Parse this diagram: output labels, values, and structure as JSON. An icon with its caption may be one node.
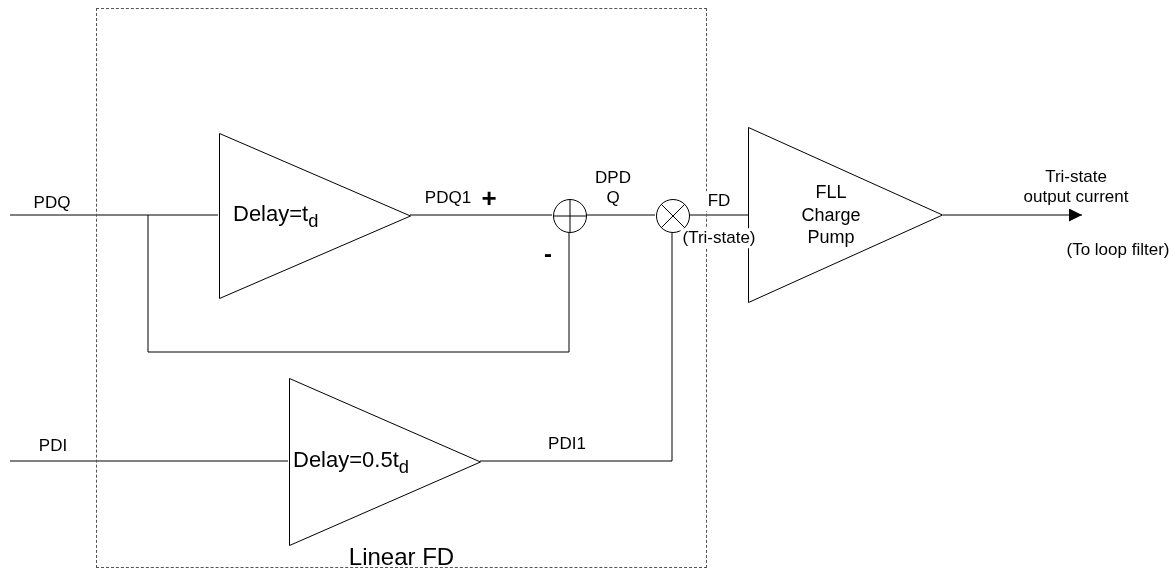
{
  "diagram": {
    "nodes": [
      {
        "text": [
          "Linear FD"
        ]
      },
      {
        "text": [
          "Delay=t$_{d}$"
        ],
        "in": 0
      },
      {
        "text": [
          "Delay=0.5t$_{d}$"
        ],
        "in": 0
      },
      {
        "text": [],
        "shape": "circle",
        "in": 0
      },
      {
        "text": [],
        "shape": "circle",
        "in": 0
      },
      {
        "text": [
          "FLL Charge Pump"
        ]
      }
    ],
    "edges": [
      {
        "from": null,
        "to": 1,
        "arrow": "none",
        "label": "PDQ"
      },
      {
        "from": null,
        "to": 3,
        "arrow": "none"
      },
      {
        "from": 1,
        "to": 3,
        "arrow": "none",
        "label": "PDQ1"
      },
      {
        "from": 3,
        "to": 4,
        "arrow": "none",
        "label": "DPD Q"
      },
      {
        "from": null,
        "to": 2,
        "arrow": "none",
        "label": "PDI"
      },
      {
        "from": 2,
        "to": 4,
        "arrow": "none",
        "label": "PDI1"
      },
      {
        "from": 4,
        "to": 5,
        "arrow": "none",
        "label": "FD"
      },
      {
        "from": 5,
        "to": null,
        "arrow": "to",
        "label": "Tri-state output current"
      }
    ],
    "labels": [
      "+",
      "-",
      "(Tri-state)",
      "(To loop filter)"
    ]
  }
}
